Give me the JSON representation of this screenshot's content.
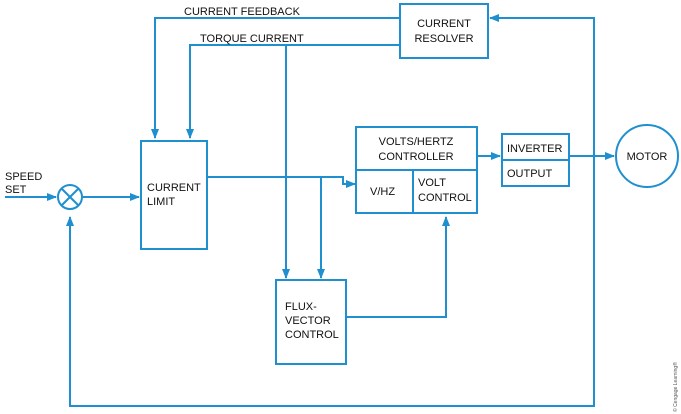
{
  "colors": {
    "line": "#1f8fd0",
    "text": "#111111"
  },
  "labels": {
    "current_feedback": "CURRENT FEEDBACK",
    "torque_current": "TORQUE CURRENT",
    "speed_set_1": "SPEED",
    "speed_set_2": "SET"
  },
  "blocks": {
    "current_resolver": {
      "line1": "CURRENT",
      "line2": "RESOLVER"
    },
    "current_limit": {
      "line1": "CURRENT",
      "line2": "LIMIT"
    },
    "vhz_controller": {
      "line1": "VOLTS/HERTZ",
      "line2": "CONTROLLER"
    },
    "vhz": {
      "label": "V/HZ"
    },
    "volt_control": {
      "line1": "VOLT",
      "line2": "CONTROL"
    },
    "inverter": {
      "label": "INVERTER"
    },
    "output": {
      "label": "OUTPUT"
    },
    "motor": {
      "label": "MOTOR"
    },
    "flux_vector": {
      "line1": "FLUX-",
      "line2": "VECTOR",
      "line3": "CONTROL"
    }
  },
  "summing_junction": {
    "icon": "summing-junction-icon"
  },
  "sidenote": "© Cengage Learning®"
}
